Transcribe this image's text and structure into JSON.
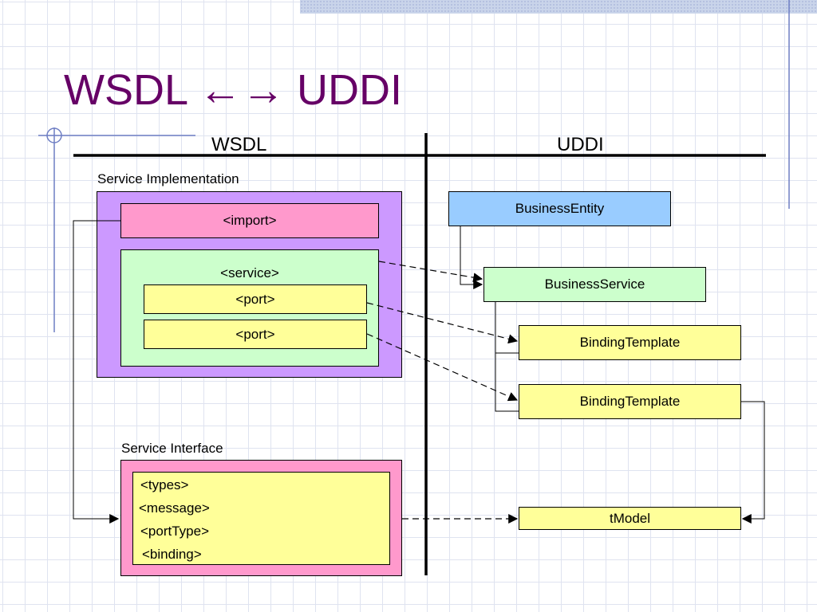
{
  "slide": {
    "title": "WSDL ←→ UDDI"
  },
  "columns": {
    "left_header": "WSDL",
    "right_header": "UDDI"
  },
  "wsdl": {
    "implementation": {
      "label": "Service Implementation",
      "import_label": "<import>",
      "service_label": "<service>",
      "ports": [
        "<port>",
        "<port>"
      ]
    },
    "interface": {
      "label": "Service Interface",
      "items": [
        "<types>",
        "<message>",
        "<portType>",
        "<binding>"
      ]
    }
  },
  "uddi": {
    "business_entity": "BusinessEntity",
    "business_service": "BusinessService",
    "binding_templates": [
      "BindingTemplate",
      "BindingTemplate"
    ],
    "tmodel": "tModel"
  },
  "colors": {
    "title": "#660066",
    "implementation_fill": "#cc99ff",
    "import_fill": "#ff99cc",
    "service_fill": "#ccffcc",
    "port_fill": "#ffff99",
    "interface_outer_fill": "#ff99cc",
    "interface_inner_fill": "#ffff99",
    "business_entity_fill": "#99ccff",
    "business_service_fill": "#ccffcc",
    "binding_template_fill": "#ffff99",
    "tmodel_fill": "#ffff99",
    "accent_lines": "#6f7fc4"
  }
}
